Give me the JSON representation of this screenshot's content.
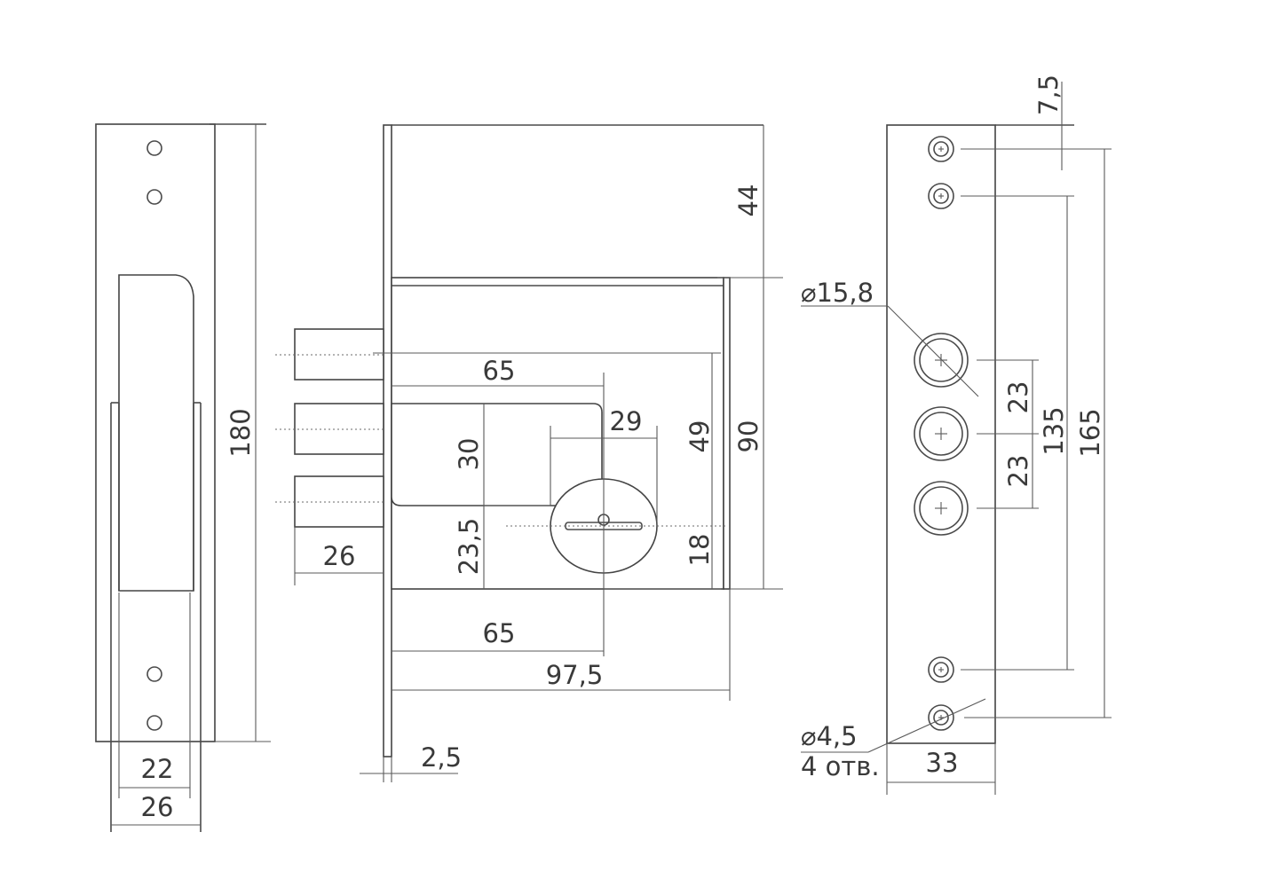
{
  "dimensions": {
    "side_height": "180",
    "side_width_inner": "22",
    "side_width_outer": "26",
    "front_top": "44",
    "front_height": "90",
    "backset_top": "65",
    "backset_bottom": "65",
    "depth": "97,5",
    "box_height": "30",
    "cyl_below": "23,5",
    "cyl_width": "29",
    "cyl_to_bolt": "49",
    "cyl_offset": "18",
    "bolt_throw": "26",
    "plate_thickness": "2,5",
    "top_offset": "7,5",
    "bolt_dia": "⌀15,8",
    "bolt_spacing_1": "23",
    "bolt_spacing_2": "23",
    "screw_span": "135",
    "total_span": "165",
    "hole_dia": "⌀4,5",
    "hole_count": "4 отв.",
    "plate_width": "33"
  }
}
